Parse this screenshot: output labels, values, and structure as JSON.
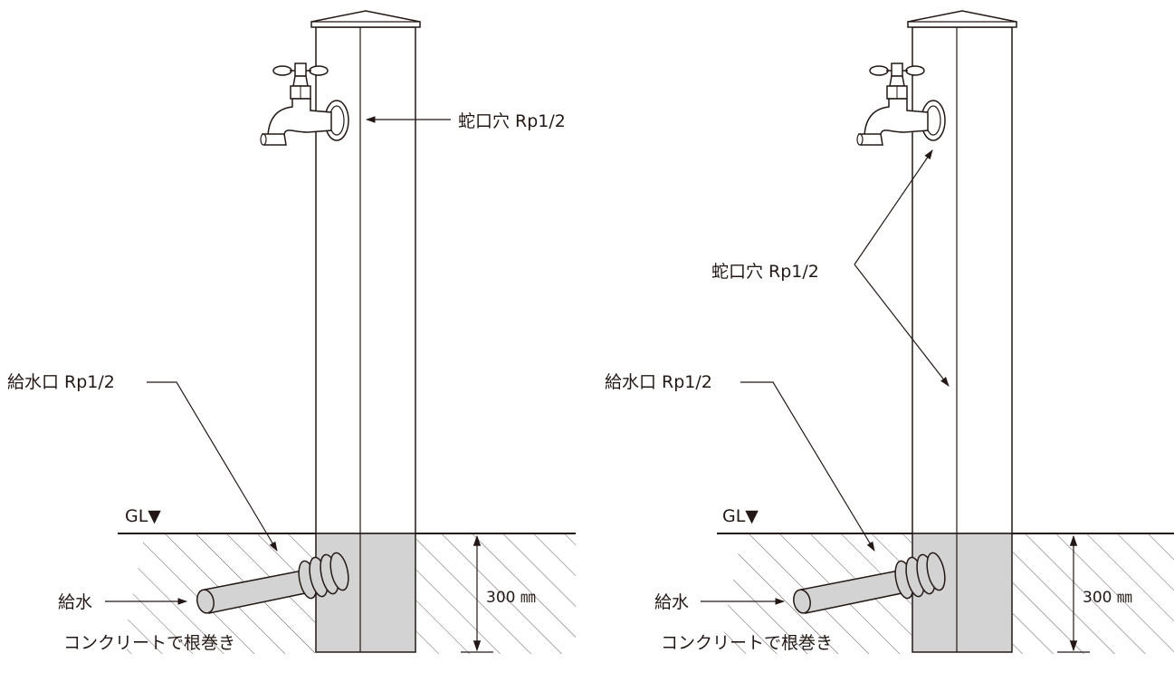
{
  "diagrams": [
    {
      "name": "single-faucet",
      "labels": {
        "faucet_hole": "蛇口穴 Rp1/2",
        "supply_port": "給水口 Rp1/2",
        "ground_level": "GL▼",
        "supply": "給水",
        "concrete": "コンクリートで根巻き",
        "depth": "300 ㎜"
      }
    },
    {
      "name": "double-faucet",
      "labels": {
        "faucet_hole": "蛇口穴 Rp1/2",
        "supply_port": "給水口 Rp1/2",
        "ground_level": "GL▼",
        "supply": "給水",
        "concrete": "コンクリートで根巻き",
        "depth": "300 ㎜"
      }
    }
  ],
  "colors": {
    "line": "#231815",
    "concrete": "#d3d3d3",
    "background": "#ffffff"
  }
}
